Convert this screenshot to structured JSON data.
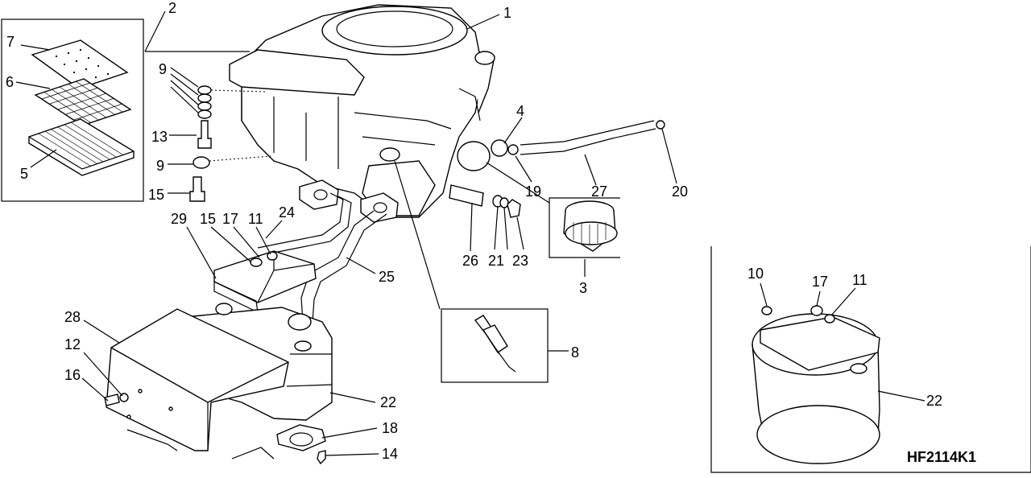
{
  "drawing_code": "HF2114K1",
  "callouts": {
    "c1": "1",
    "c2": "2",
    "c3": "3",
    "c4": "4",
    "c5": "5",
    "c6": "6",
    "c7": "7",
    "c8": "8",
    "c9a": "9",
    "c9b": "9",
    "c10": "10",
    "c11a": "11",
    "c11b": "11",
    "c12": "12",
    "c13": "13",
    "c14": "14",
    "c15a": "15",
    "c15b": "15",
    "c16": "16",
    "c17a": "17",
    "c17b": "17",
    "c18": "18",
    "c19": "19",
    "c20": "20",
    "c21": "21",
    "c22a": "22",
    "c22b": "22",
    "c23": "23",
    "c24": "24",
    "c25": "25",
    "c26": "26",
    "c27": "27",
    "c28": "28",
    "c29": "29"
  }
}
